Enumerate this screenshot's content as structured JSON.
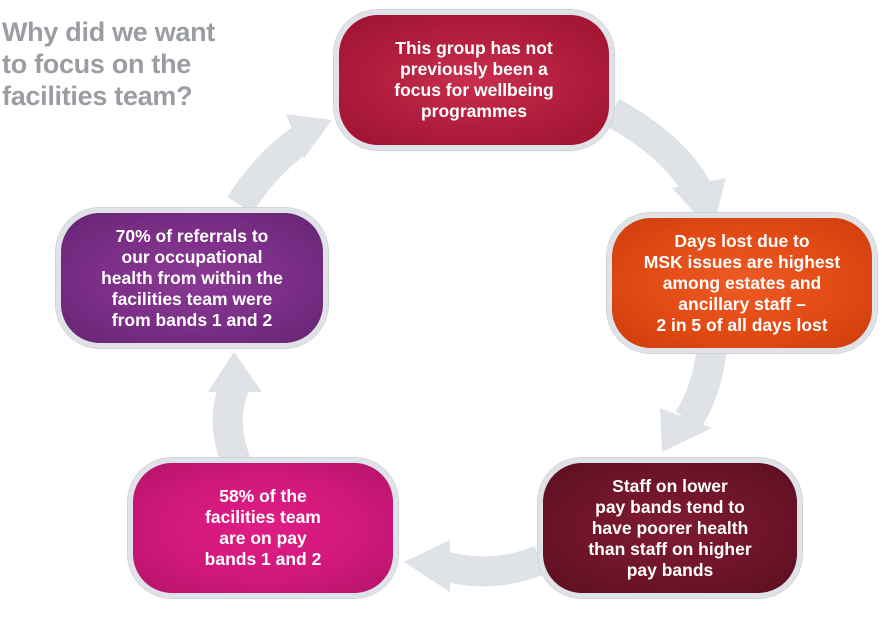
{
  "title": {
    "line1": "Why did we want",
    "line2": "to focus on the",
    "line3": "facilities team?"
  },
  "nodes": [
    {
      "lines": [
        "This group has not",
        "previously been a",
        "focus for wellbeing",
        "programmes"
      ]
    },
    {
      "lines": [
        "Days lost  due to",
        "MSK issues are highest",
        "among estates and",
        "ancillary staff  –",
        "2 in 5 of all days lost"
      ]
    },
    {
      "lines": [
        "Staff on lower",
        "pay bands tend to",
        "have poorer health",
        "than staff on higher",
        "pay bands"
      ]
    },
    {
      "lines": [
        "58% of the",
        "facilities team",
        "are on pay",
        "bands 1 and 2"
      ]
    },
    {
      "lines": [
        "70% of referrals to",
        "our occupational",
        "health from within the",
        "facilities team were",
        "from bands 1 and 2"
      ]
    }
  ],
  "colors": {
    "title": "#9a9ea3",
    "arrow": "#dfe2e6",
    "node1": "#b01c3c",
    "node2": "#e24a14",
    "node3": "#6e1429",
    "node4": "#d0187a",
    "node5": "#7a2e86"
  }
}
